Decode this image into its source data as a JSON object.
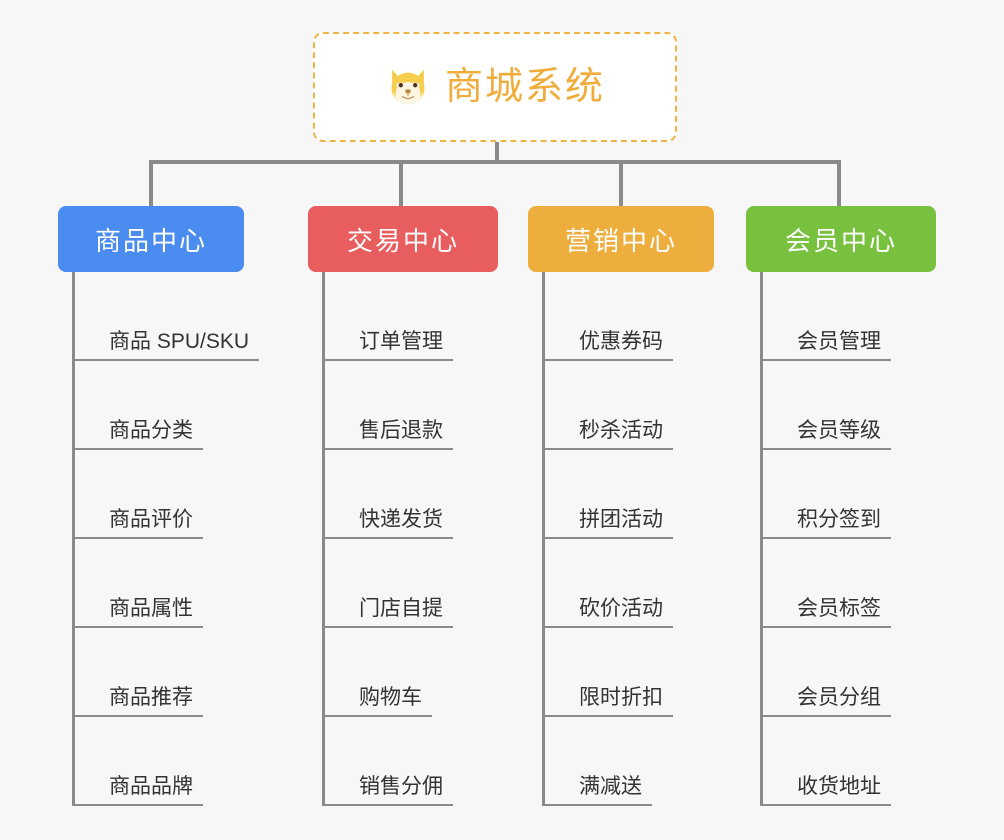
{
  "root": {
    "icon": "dog-face-icon",
    "title": "商城系统",
    "accent_color": "#f0ad3c",
    "border_color": "#f0b445"
  },
  "background_color": "#f7f7f7",
  "connector_color": "#8a8a8a",
  "columns": [
    {
      "id": "product-center",
      "label": "商品中心",
      "color": "#4a8cf0",
      "items": [
        "商品 SPU/SKU",
        "商品分类",
        "商品评价",
        "商品属性",
        "商品推荐",
        "商品品牌"
      ]
    },
    {
      "id": "trade-center",
      "label": "交易中心",
      "color": "#e85d5d",
      "items": [
        "订单管理",
        "售后退款",
        "快递发货",
        "门店自提",
        "购物车",
        "销售分佣"
      ]
    },
    {
      "id": "marketing-center",
      "label": "营销中心",
      "color": "#eeae3e",
      "items": [
        "优惠券码",
        "秒杀活动",
        "拼团活动",
        "砍价活动",
        "限时折扣",
        "满减送"
      ]
    },
    {
      "id": "member-center",
      "label": "会员中心",
      "color": "#77c13f",
      "items": [
        "会员管理",
        "会员等级",
        "积分签到",
        "会员标签",
        "会员分组",
        "收货地址"
      ]
    }
  ]
}
